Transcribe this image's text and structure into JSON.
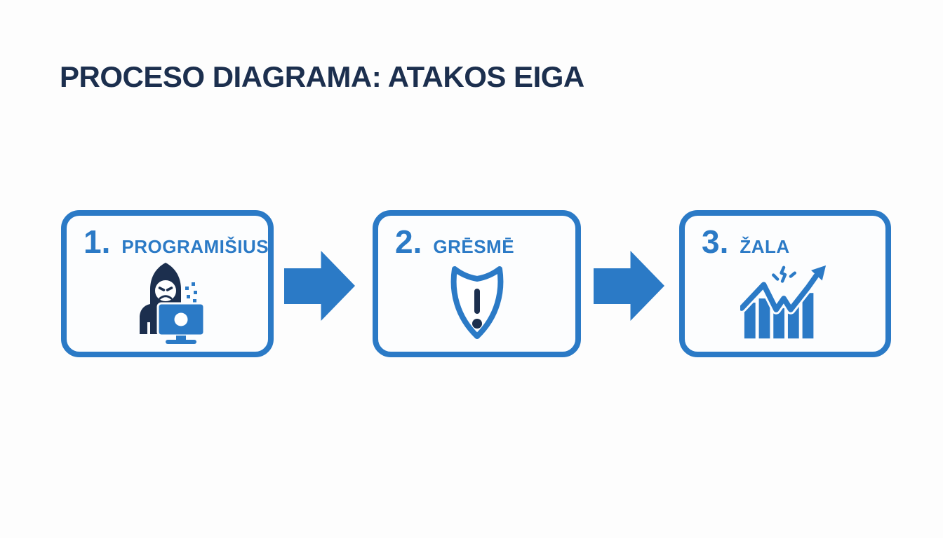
{
  "title": "PROCESO DIAGRAMA: ATAKOS EIGA",
  "steps": [
    {
      "number": "1.",
      "label": "PROGRAMIŠIUS",
      "icon": "hacker-at-laptop-icon"
    },
    {
      "number": "2.",
      "label": "GRĒSMĒ",
      "icon": "shield-alert-icon"
    },
    {
      "number": "3.",
      "label": "ŽALA",
      "icon": "damage-chart-icon"
    }
  ],
  "connectors": [
    {
      "icon": "arrow-right"
    },
    {
      "icon": "arrow-right"
    }
  ],
  "colors": {
    "accent_blue": "#2b7ac6",
    "dark_navy": "#1c2f4e",
    "background": "#fdfdfd",
    "box_background": "#fcfdfe"
  }
}
